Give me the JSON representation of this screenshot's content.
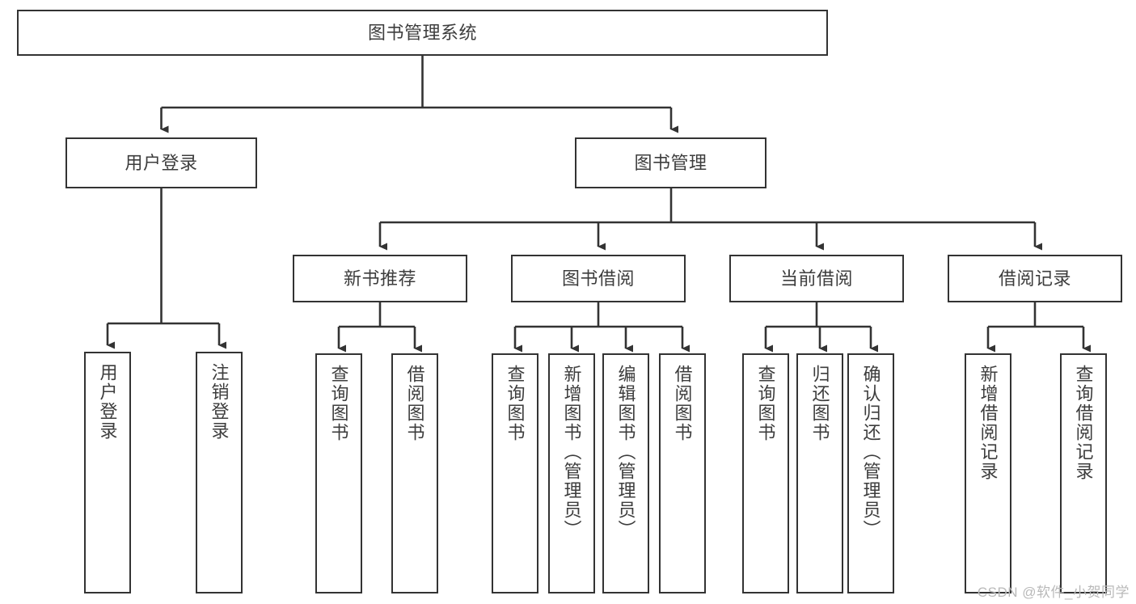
{
  "diagram": {
    "title": "图书管理系统",
    "type": "tree-hierarchy-chart",
    "orientation": "top-down",
    "colors": {
      "node_border": "#333333",
      "node_fill": "#ffffff",
      "connector": "#333333",
      "text": "#3d3d3d",
      "watermark": "#b9b9b9"
    },
    "root": {
      "label": "图书管理系统"
    },
    "level2": [
      {
        "label": "用户登录"
      },
      {
        "label": "图书管理"
      }
    ],
    "level3": [
      {
        "label": "新书推荐"
      },
      {
        "label": "图书借阅"
      },
      {
        "label": "当前借阅"
      },
      {
        "label": "借阅记录"
      }
    ],
    "leaves": {
      "user_login": [
        {
          "label": "用户登录"
        },
        {
          "label": "注销登录"
        }
      ],
      "new_book_recommend": [
        {
          "label": "查询图书"
        },
        {
          "label": "借阅图书"
        }
      ],
      "book_borrow": [
        {
          "label": "查询图书"
        },
        {
          "label": "新增图书（管理员）"
        },
        {
          "label": "编辑图书（管理员）"
        },
        {
          "label": "借阅图书"
        }
      ],
      "current_borrow": [
        {
          "label": "查询图书"
        },
        {
          "label": "归还图书"
        },
        {
          "label": "确认归还（管理员）"
        }
      ],
      "borrow_records": [
        {
          "label": "新增借阅记录"
        },
        {
          "label": "查询借阅记录"
        }
      ]
    }
  },
  "watermark": {
    "text": "CSDN @软件_小贺同学"
  }
}
